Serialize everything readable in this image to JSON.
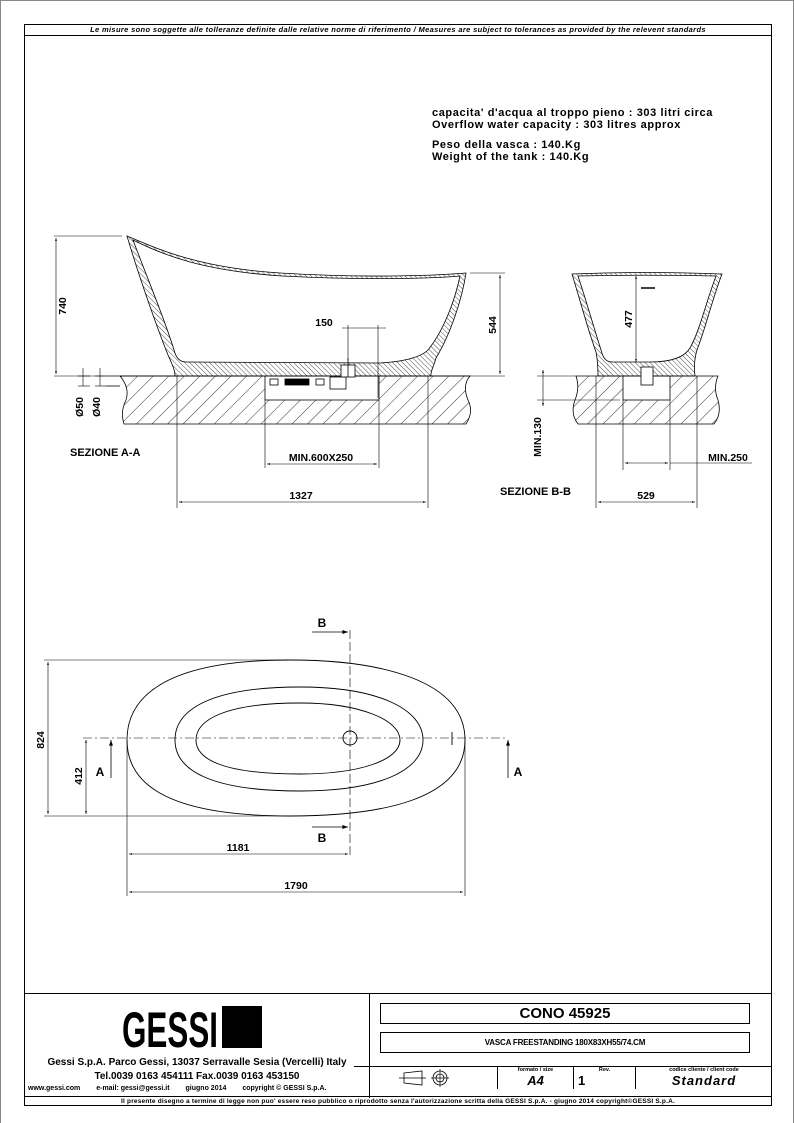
{
  "header": {
    "tolerance_note": "Le misure sono soggette alle tolleranze definite dalle relative norme di riferimento / Measures are subject to tolerances as provided by the relevent standards"
  },
  "notes": {
    "capacity_it": "capacita' d'acqua al troppo pieno : 303 litri circa",
    "capacity_en": "Overflow water capacity : 303 litres approx",
    "weight_it": "Peso della vasca : 140.Kg",
    "weight_en": "Weight of the tank : 140.Kg"
  },
  "section_aa": {
    "title": "SEZIONE A-A",
    "dims": {
      "height_total": "740",
      "height_rim": "544",
      "drain_offset": "150",
      "pipe_d50": "Ø50",
      "pipe_d40": "Ø40",
      "recess": "MIN.600X250",
      "base_length": "1327"
    }
  },
  "section_bb": {
    "title": "SEZIONE B-B",
    "dims": {
      "inner_depth": "477",
      "recess_depth": "MIN.130",
      "recess_width": "MIN.250",
      "base_width": "529"
    }
  },
  "plan_view": {
    "dims": {
      "width": "824",
      "half_width": "412",
      "drain_position": "1181",
      "length": "1790"
    },
    "section_markers": {
      "a": "A",
      "b": "B"
    }
  },
  "title_block": {
    "brand": "GESSI",
    "address": "Gessi S.p.A. Parco Gessi, 13037 Serravalle Sesia (Vercelli) Italy",
    "phone_fax": "Tel.0039 0163 454111 Fax.0039 0163 453150",
    "web": "www.gessi.com",
    "email": "e-mail: gessi@gessi.it",
    "date": "giugno 2014",
    "copyright": "copyright © GESSI S.p.A.",
    "product_title": "CONO 45925",
    "product_desc": "VASCA FREESTANDING 180X83XH55/74.CM",
    "format_caption": "formato / size",
    "format_value": "A4",
    "rev_caption": "Rev.",
    "rev_value": "1",
    "client_caption": "codice cliente / client code",
    "client_value": "Standard",
    "projection_icon": "first-angle-projection-icon"
  },
  "footer": {
    "legal_note": "Il presente disegno a termine di legge non puo' essere reso pubblico o riprodotto senza l'autorizzazione scritta della GESSI S.p.A. - giugno 2014 copyright©GESSI S.p.A."
  }
}
